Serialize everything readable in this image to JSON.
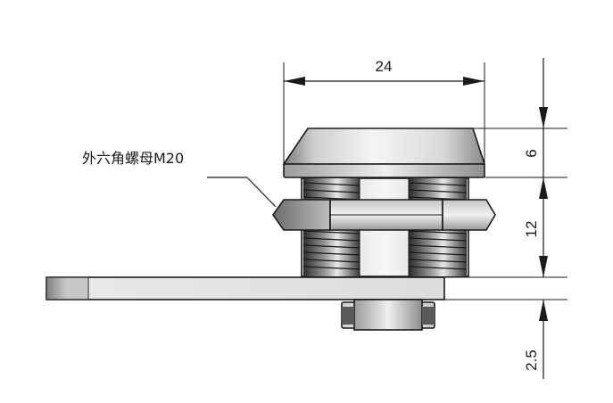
{
  "callout": {
    "label": "外六角螺母M20"
  },
  "dimensions": {
    "width_top": "24",
    "height_cap": "6",
    "height_nut": "12",
    "height_bottom": "2.5"
  },
  "colors": {
    "line": "#1a1a1a",
    "metal_light": "#f2f2f2",
    "metal_mid": "#c8c8c8",
    "metal_dark": "#6e6e6e",
    "thread_dark": "#2a2a2a"
  }
}
